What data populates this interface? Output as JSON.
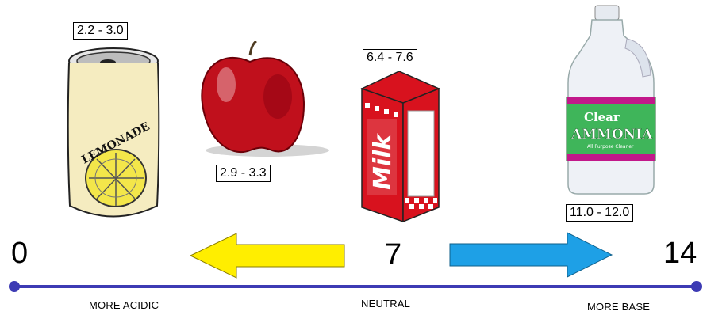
{
  "items": [
    {
      "name": "lemonade",
      "range": "2.2 - 3.0",
      "can_text": "LEMONADE"
    },
    {
      "name": "apple",
      "range": "2.9 - 3.3"
    },
    {
      "name": "milk",
      "range": "6.4 - 7.6",
      "carton_text": "Milk"
    },
    {
      "name": "ammonia",
      "range": "11.0 - 12.0",
      "label_line1": "Clear",
      "label_line2": "AMMONIA",
      "label_small": "All Purpose Cleaner"
    }
  ],
  "scale": {
    "min": "0",
    "mid": "7",
    "max": "14",
    "left_label": "MORE ACIDIC",
    "mid_label": "NEUTRAL",
    "right_label": "MORE BASE"
  },
  "colors": {
    "line": "#3d3bb4",
    "left_arrow": "#ffee00",
    "right_arrow": "#1ea0e6",
    "apple": "#c0101c",
    "milk_red": "#d8121e",
    "ammonia_label": "#3fb55a",
    "can": "#f5ecc0"
  }
}
